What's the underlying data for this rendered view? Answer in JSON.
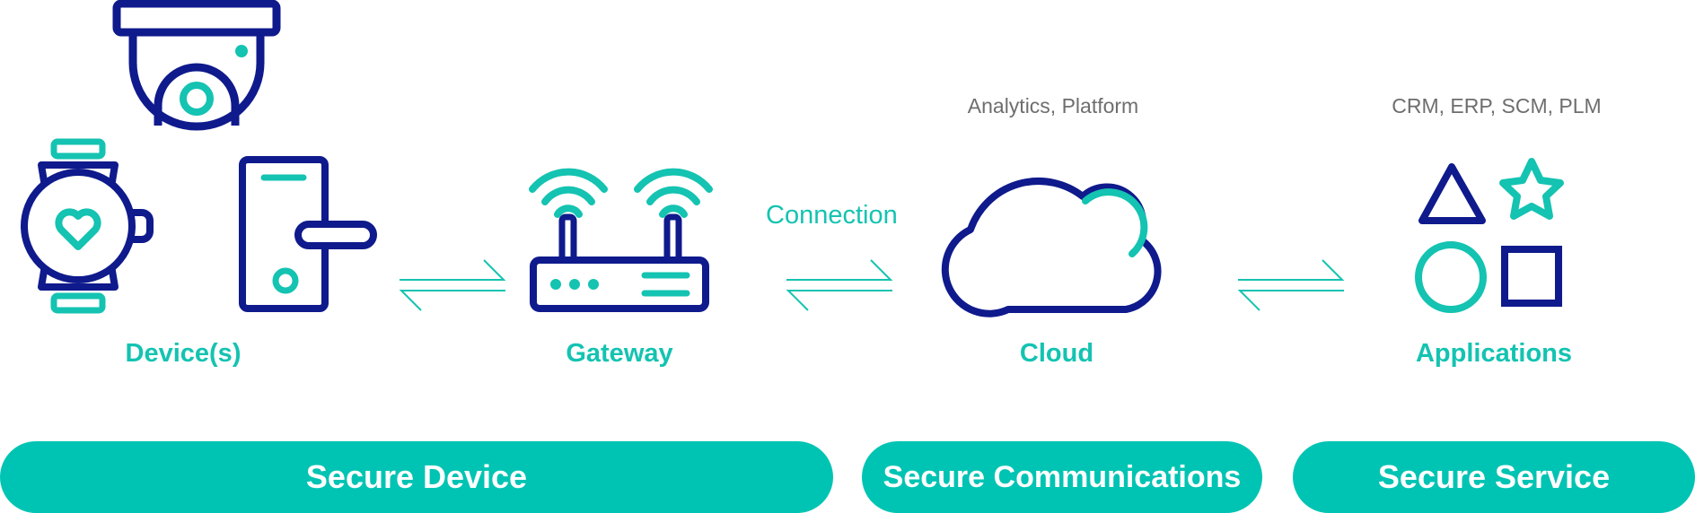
{
  "stages": [
    {
      "label": "Device(s)",
      "icon": "devices-icon"
    },
    {
      "label": "Gateway",
      "icon": "router-icon"
    },
    {
      "label": "Cloud",
      "icon": "cloud-icon",
      "note": "Analytics, Platform"
    },
    {
      "label": "Applications",
      "icon": "shapes-icon",
      "note": "CRM, ERP, SCM, PLM"
    }
  ],
  "connection_label": "Connection",
  "security_bands": [
    {
      "label": "Secure Device"
    },
    {
      "label": "Secure Communications"
    },
    {
      "label": "Secure Service"
    }
  ],
  "colors": {
    "navy": "#0f1a8c",
    "teal": "#14c3b1",
    "band": "#00c4b3",
    "note_text": "#6e6e6e"
  }
}
